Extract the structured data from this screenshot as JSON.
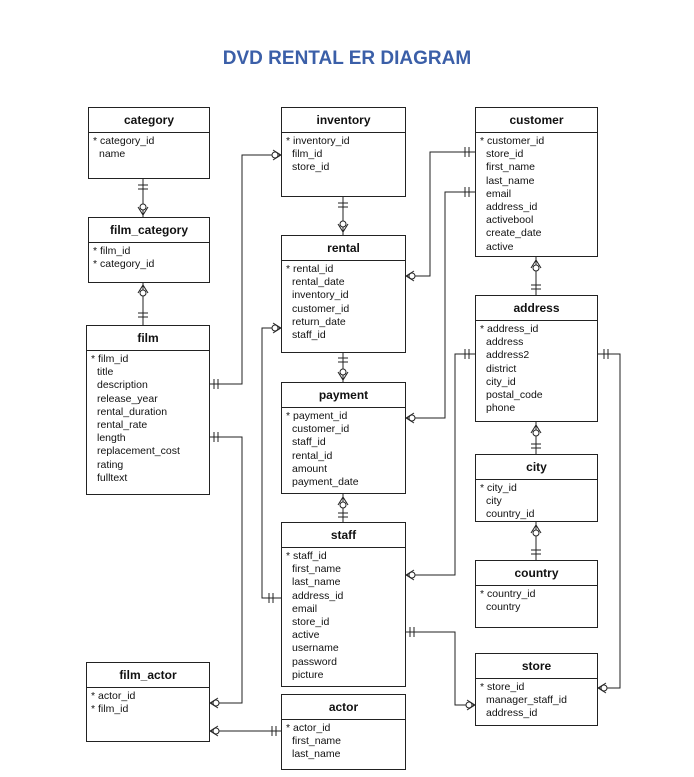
{
  "title": "DVD RENTAL ER DIAGRAM",
  "entities": {
    "category": {
      "name": "category",
      "fields": [
        {
          "name": "category_id",
          "pk": true
        },
        {
          "name": "name",
          "pk": false
        }
      ]
    },
    "film_category": {
      "name": "film_category",
      "fields": [
        {
          "name": "film_id",
          "pk": true
        },
        {
          "name": "category_id",
          "pk": true
        }
      ]
    },
    "film": {
      "name": "film",
      "fields": [
        {
          "name": "film_id",
          "pk": true
        },
        {
          "name": "title",
          "pk": false
        },
        {
          "name": "description",
          "pk": false
        },
        {
          "name": "release_year",
          "pk": false
        },
        {
          "name": "rental_duration",
          "pk": false
        },
        {
          "name": "rental_rate",
          "pk": false
        },
        {
          "name": "length",
          "pk": false
        },
        {
          "name": "replacement_cost",
          "pk": false
        },
        {
          "name": "rating",
          "pk": false
        },
        {
          "name": "fulltext",
          "pk": false
        }
      ]
    },
    "film_actor": {
      "name": "film_actor",
      "fields": [
        {
          "name": "actor_id",
          "pk": true
        },
        {
          "name": "film_id",
          "pk": true
        }
      ]
    },
    "inventory": {
      "name": "inventory",
      "fields": [
        {
          "name": "inventory_id",
          "pk": true
        },
        {
          "name": "film_id",
          "pk": false
        },
        {
          "name": "store_id",
          "pk": false
        }
      ]
    },
    "rental": {
      "name": "rental",
      "fields": [
        {
          "name": "rental_id",
          "pk": true
        },
        {
          "name": "rental_date",
          "pk": false
        },
        {
          "name": "inventory_id",
          "pk": false
        },
        {
          "name": "customer_id",
          "pk": false
        },
        {
          "name": "return_date",
          "pk": false
        },
        {
          "name": "staff_id",
          "pk": false
        }
      ]
    },
    "payment": {
      "name": "payment",
      "fields": [
        {
          "name": "payment_id",
          "pk": true
        },
        {
          "name": "customer_id",
          "pk": false
        },
        {
          "name": "staff_id",
          "pk": false
        },
        {
          "name": "rental_id",
          "pk": false
        },
        {
          "name": "amount",
          "pk": false
        },
        {
          "name": "payment_date",
          "pk": false
        }
      ]
    },
    "staff": {
      "name": "staff",
      "fields": [
        {
          "name": "staff_id",
          "pk": true
        },
        {
          "name": "first_name",
          "pk": false
        },
        {
          "name": "last_name",
          "pk": false
        },
        {
          "name": "address_id",
          "pk": false
        },
        {
          "name": "email",
          "pk": false
        },
        {
          "name": "store_id",
          "pk": false
        },
        {
          "name": "active",
          "pk": false
        },
        {
          "name": "username",
          "pk": false
        },
        {
          "name": "password",
          "pk": false
        },
        {
          "name": "picture",
          "pk": false
        }
      ]
    },
    "actor": {
      "name": "actor",
      "fields": [
        {
          "name": "actor_id",
          "pk": true
        },
        {
          "name": "first_name",
          "pk": false
        },
        {
          "name": "last_name",
          "pk": false
        }
      ]
    },
    "customer": {
      "name": "customer",
      "fields": [
        {
          "name": "customer_id",
          "pk": true
        },
        {
          "name": "store_id",
          "pk": false
        },
        {
          "name": "first_name",
          "pk": false
        },
        {
          "name": "last_name",
          "pk": false
        },
        {
          "name": "email",
          "pk": false
        },
        {
          "name": "address_id",
          "pk": false
        },
        {
          "name": "activebool",
          "pk": false
        },
        {
          "name": "create_date",
          "pk": false
        },
        {
          "name": "active",
          "pk": false
        }
      ]
    },
    "address": {
      "name": "address",
      "fields": [
        {
          "name": "address_id",
          "pk": true
        },
        {
          "name": "address",
          "pk": false
        },
        {
          "name": "address2",
          "pk": false
        },
        {
          "name": "district",
          "pk": false
        },
        {
          "name": "city_id",
          "pk": false
        },
        {
          "name": "postal_code",
          "pk": false
        },
        {
          "name": "phone",
          "pk": false
        }
      ]
    },
    "city": {
      "name": "city",
      "fields": [
        {
          "name": "city_id",
          "pk": true
        },
        {
          "name": "city",
          "pk": false
        },
        {
          "name": "country_id",
          "pk": false
        }
      ]
    },
    "country": {
      "name": "country",
      "fields": [
        {
          "name": "country_id",
          "pk": true
        },
        {
          "name": "country",
          "pk": false
        }
      ]
    },
    "store": {
      "name": "store",
      "fields": [
        {
          "name": "store_id",
          "pk": true
        },
        {
          "name": "manager_staff_id",
          "pk": false
        },
        {
          "name": "address_id",
          "pk": false
        }
      ]
    }
  }
}
